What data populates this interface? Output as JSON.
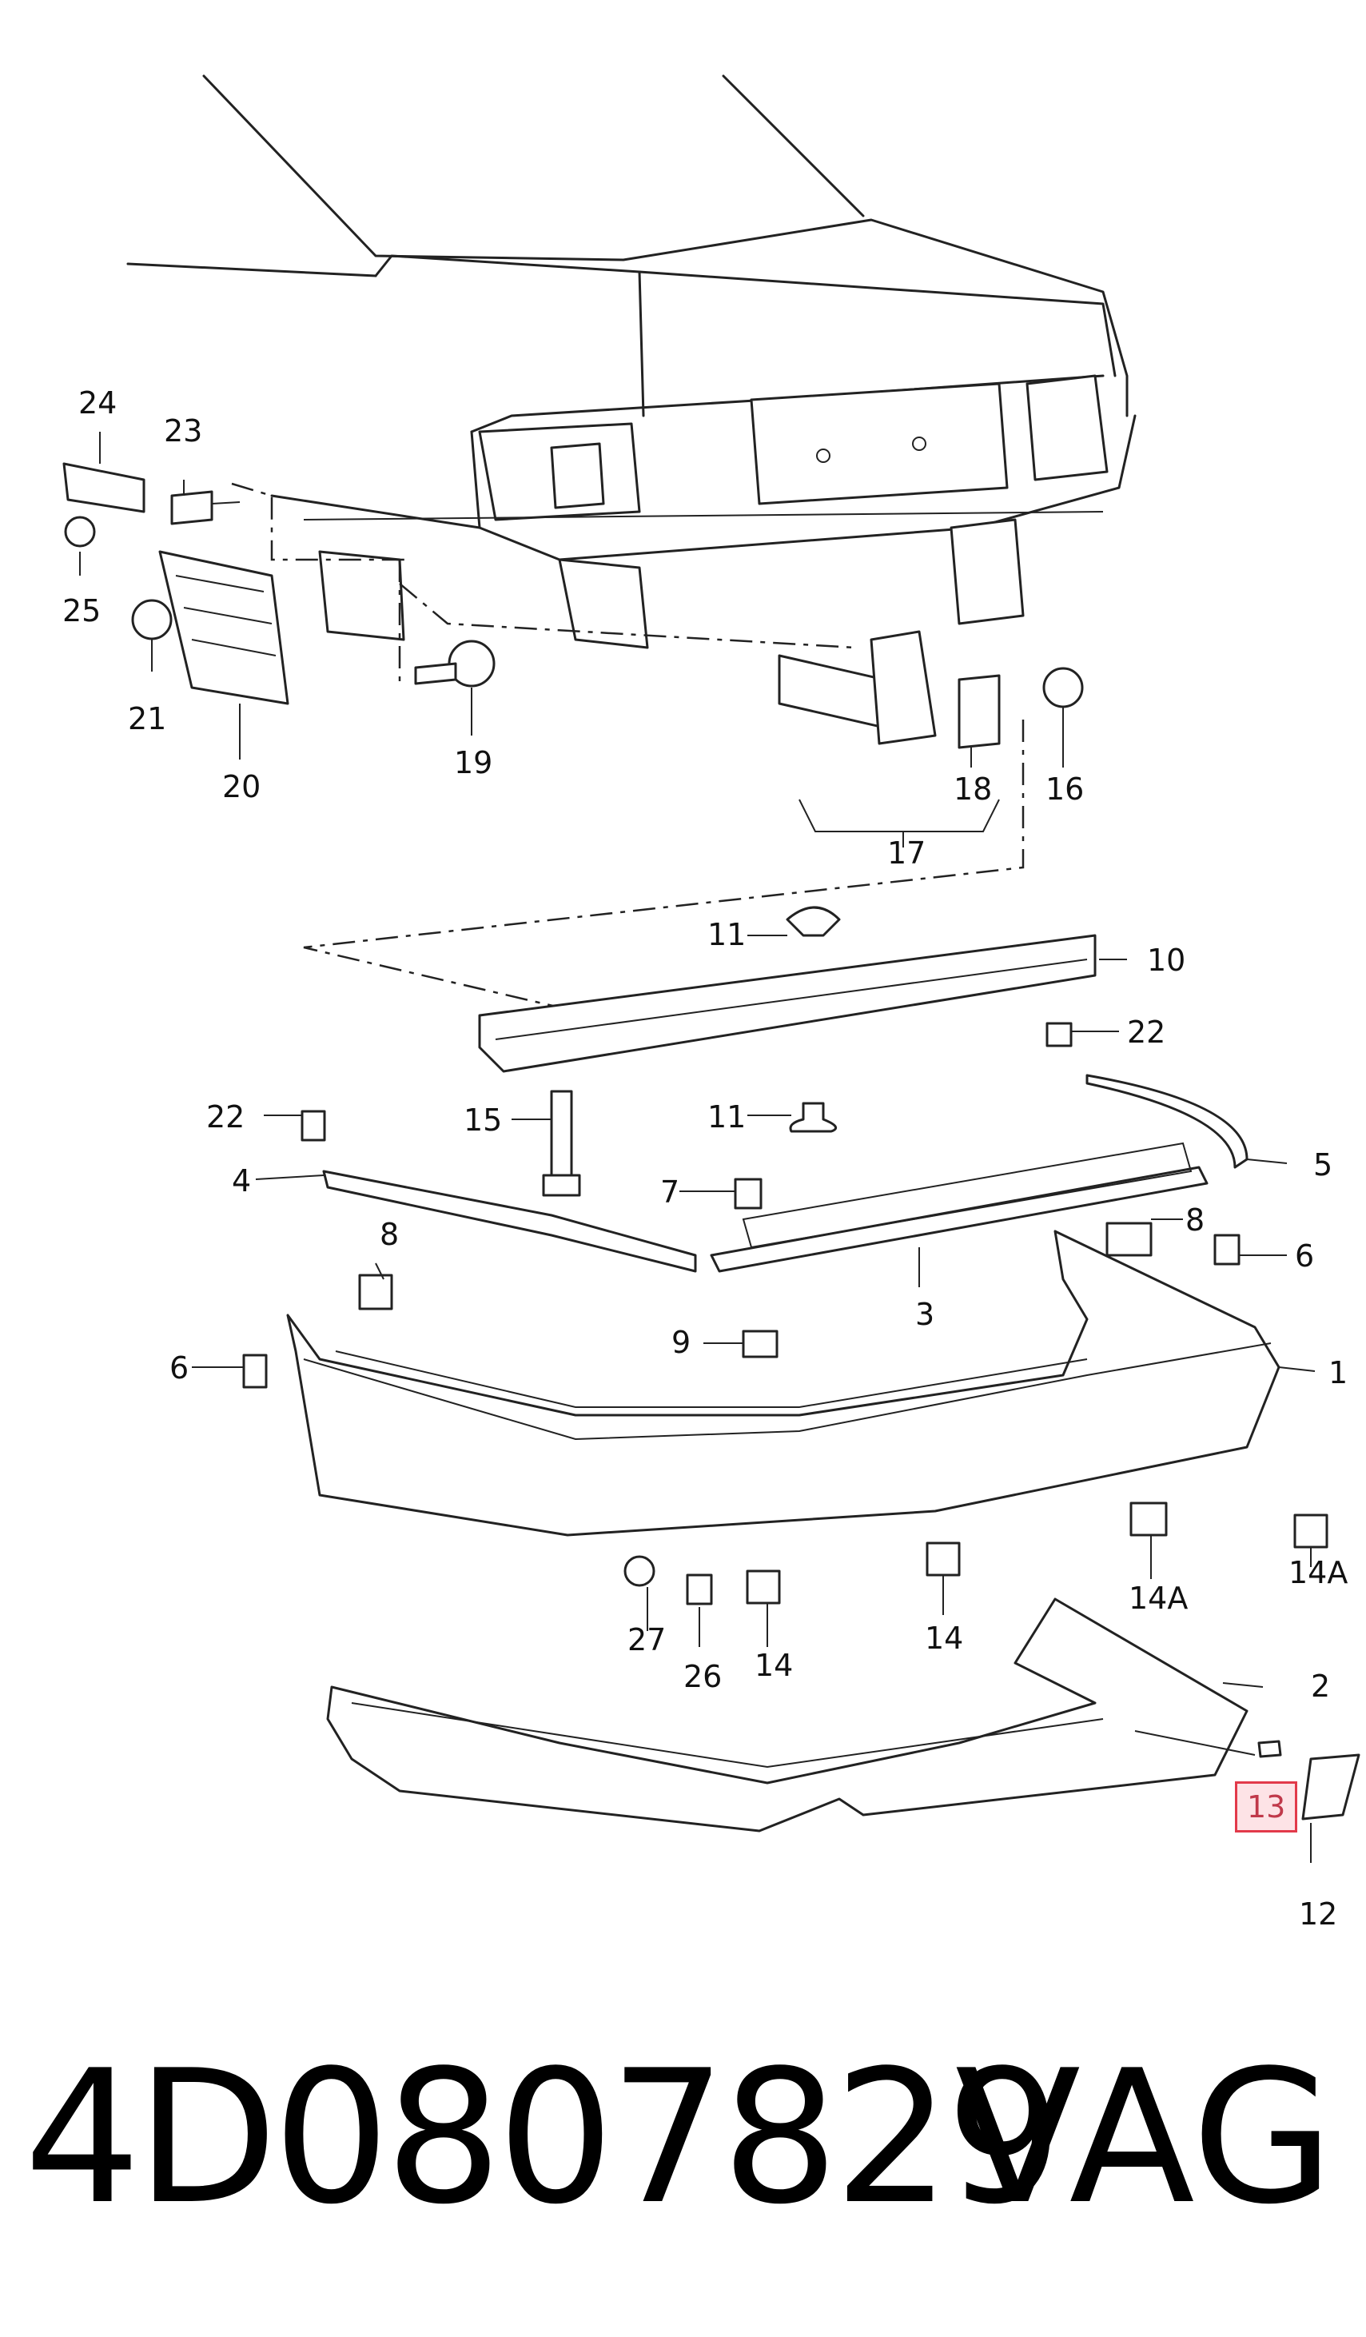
{
  "diagram": {
    "callouts": {
      "c1": "1",
      "c2": "2",
      "c3": "3",
      "c4": "4",
      "c5": "5",
      "c6a": "6",
      "c6b": "6",
      "c7": "7",
      "c8a": "8",
      "c8b": "8",
      "c9": "9",
      "c10": "10",
      "c11a": "11",
      "c11b": "11",
      "c12": "12",
      "c13": "13",
      "c14a": "14",
      "c14b": "14",
      "c14Aa": "14A",
      "c14Ab": "14A",
      "c15": "15",
      "c16": "16",
      "c17": "17",
      "c18": "18",
      "c19": "19",
      "c20": "20",
      "c21": "21",
      "c22a": "22",
      "c22b": "22",
      "c23": "23",
      "c24": "24",
      "c25": "25",
      "c26": "26",
      "c27": "27"
    },
    "highlighted_callout": "13",
    "highlight_color": "#e23a4a"
  },
  "footer": {
    "part_number": "4D0807829",
    "brand": "VAG"
  }
}
